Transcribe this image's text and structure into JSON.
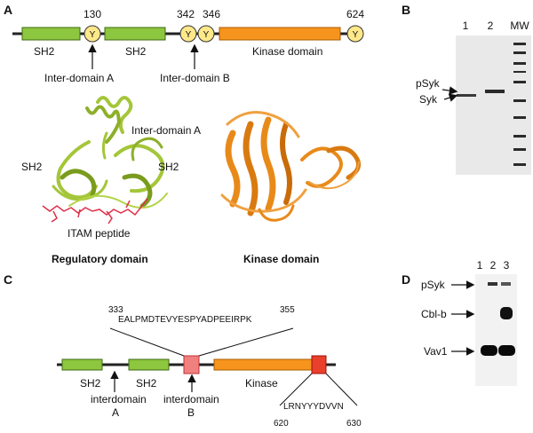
{
  "panels": {
    "a": "A",
    "b": "B",
    "c": "C",
    "d": "D"
  },
  "panel_a": {
    "residues": [
      "130",
      "342",
      "346",
      "624"
    ],
    "y_label": "Y",
    "sh2_left": "SH2",
    "sh2_mid": "SH2",
    "kinase": "Kinase domain",
    "interdomain_a": "Inter-domain A",
    "interdomain_b": "Inter-domain B",
    "structure_interdomain": "Inter-domain A",
    "structure_sh2_left": "SH2",
    "structure_sh2_right": "SH2",
    "itam": "ITAM peptide",
    "caption_regulatory": "Regulatory domain",
    "caption_kinase": "Kinase domain"
  },
  "panel_b": {
    "lanes": [
      "1",
      "2",
      "MW"
    ],
    "psyk": "pSyk",
    "syk": "Syk"
  },
  "panel_c": {
    "seq_start": "333",
    "seq_end": "355",
    "sequence": "EALPMDTEVYESPYADPEEIRPK",
    "sh2_left": "SH2",
    "sh2_mid": "SH2",
    "kinase": "Kinase",
    "interdomain_a_line1": "interdomain",
    "interdomain_a_line2": "A",
    "interdomain_b_line1": "interdomain",
    "interdomain_b_line2": "B",
    "peptide2": "LRNYYYDVVN",
    "pep2_start": "620",
    "pep2_end": "630"
  },
  "panel_d": {
    "lanes": [
      "1",
      "2",
      "3"
    ],
    "psyk": "pSyk",
    "cblb": "Cbl-b",
    "vav1": "Vav1"
  },
  "colors": {
    "sh2": "#8dc63f",
    "kinase": "#f7941d",
    "tyrosine": "#ffe88a",
    "interdomain_box": "#f08080",
    "structure_green": "#a4c639",
    "structure_orange": "#e88a1a",
    "itam_red": "#e0304a"
  }
}
